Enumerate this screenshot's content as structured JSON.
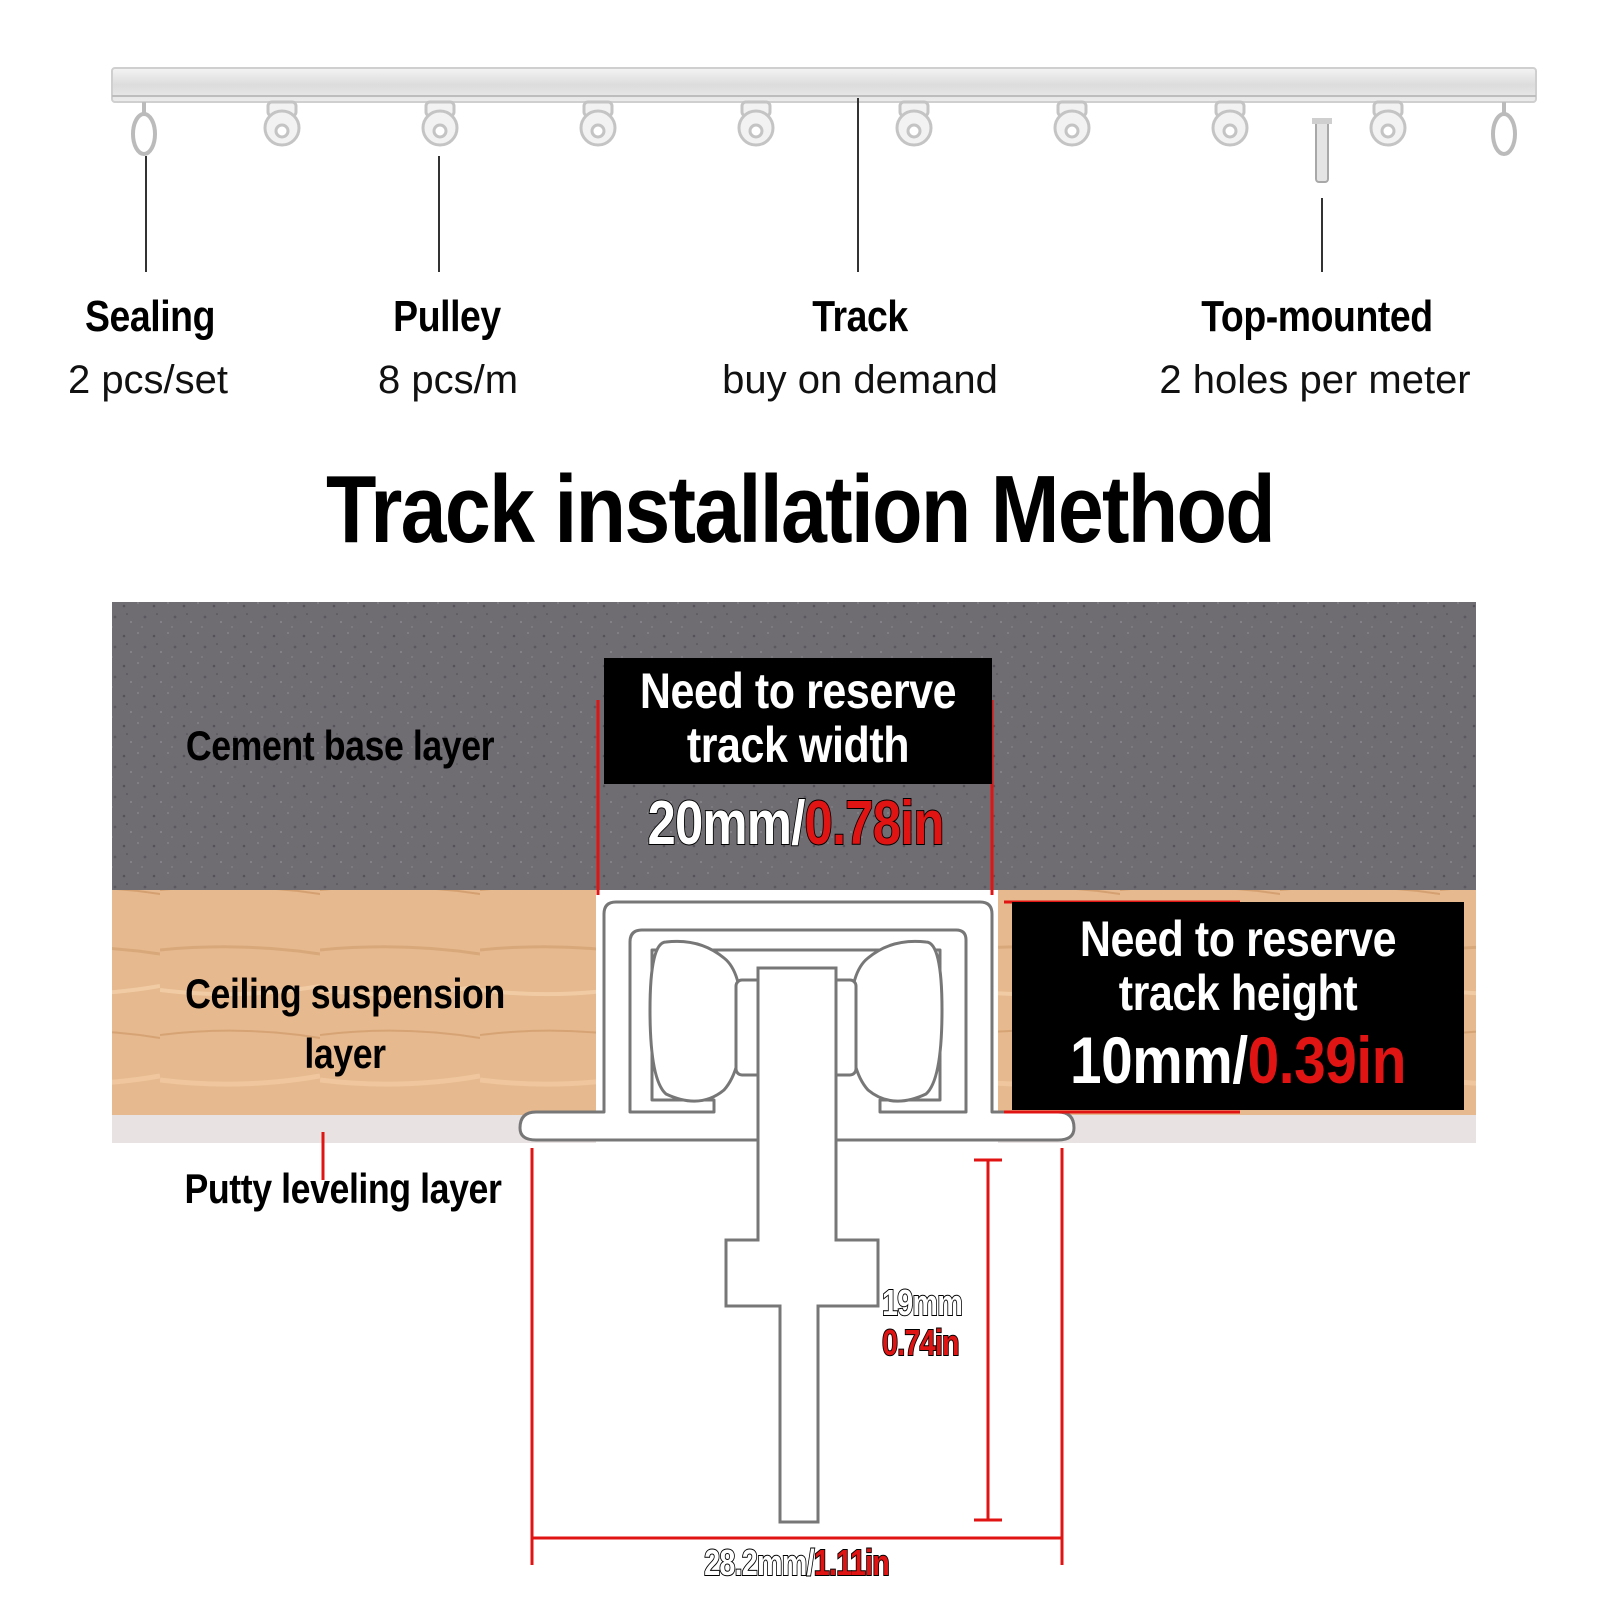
{
  "parts": [
    {
      "title": "Sealing",
      "detail": "2 pcs/set"
    },
    {
      "title": "Pulley",
      "detail": "8 pcs/m"
    },
    {
      "title": "Track",
      "detail": "buy on demand"
    },
    {
      "title": "Top-mounted",
      "detail": "2 holes per meter"
    }
  ],
  "heading": "Track installation Method",
  "layers": {
    "cement": "Cement base layer",
    "ceiling_line1": "Ceiling  suspension",
    "ceiling_line2": "layer",
    "putty": "Putty leveling layer"
  },
  "width_box": {
    "line1": "Need to reserve",
    "line2": "track width",
    "metric": "20mm/",
    "imperial": "0.78in"
  },
  "height_box": {
    "line1": "Need to reserve",
    "line2": "track height",
    "metric": "10mm/",
    "imperial": "0.39in"
  },
  "dimensions": {
    "vertical_metric": "19mm",
    "vertical_imperial": "0.74in",
    "horizontal_metric": "28.2mm/",
    "horizontal_imperial": "1.11in"
  },
  "colors": {
    "accent_red": "#e11414",
    "cement": "#6e6b70",
    "wood": "#e3b68a",
    "putty": "#e8e2e2"
  }
}
